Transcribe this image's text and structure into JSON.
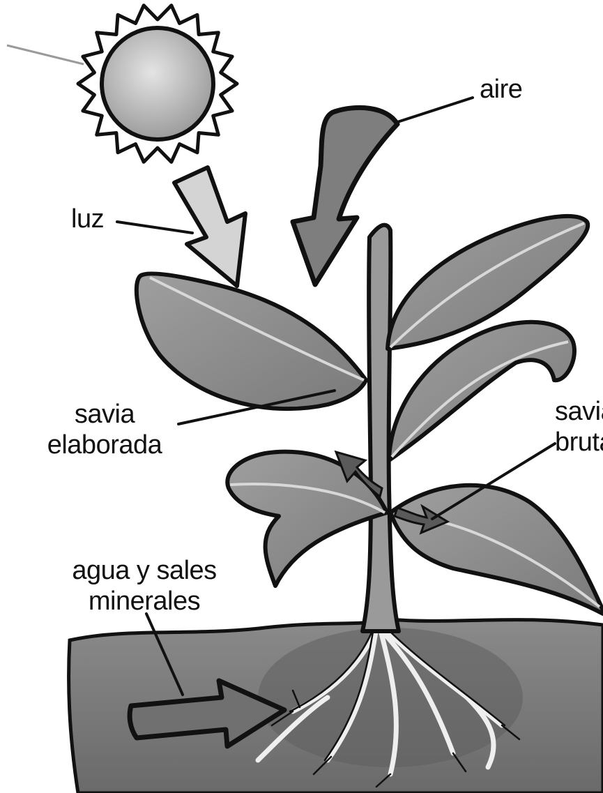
{
  "labels": {
    "aire": "aire",
    "luz": "luz",
    "savia_elaborada_l1": "savia",
    "savia_elaborada_l2": "elaborada",
    "savia_bruta_l1": "savia",
    "savia_bruta_l2": "bruta",
    "agua_l1": "agua y sales",
    "agua_l2": "minerales"
  },
  "colors": {
    "outline": "#111111",
    "leaf": "#8e8e8e",
    "leaf_light": "#b4b4b4",
    "stem": "#9a9a9a",
    "soil": "#7d7d7d",
    "arrow_dark": "#6f6f6f",
    "arrow_light": "#d2d2d2",
    "sun": "#c8c8c8"
  }
}
